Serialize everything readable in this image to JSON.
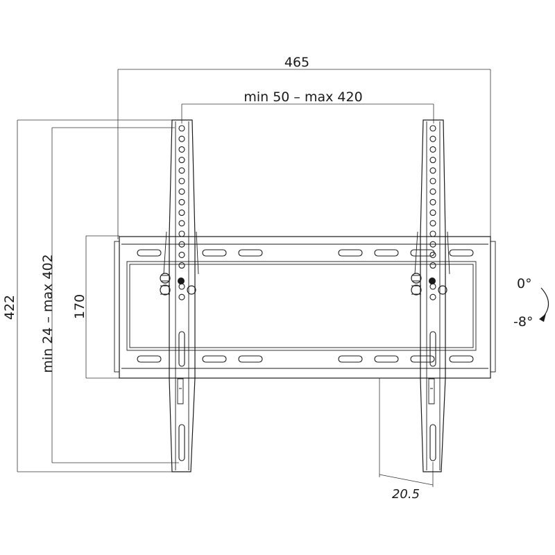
{
  "dimensions": {
    "overall_width": "465",
    "vesa_horizontal": "min 50 – max 420",
    "overall_height": "422",
    "vesa_vertical": "min 24 – max 402",
    "plate_height": "170",
    "wall_distance": "20.5"
  },
  "tilt": {
    "upper": "0°",
    "lower": "-8°"
  }
}
